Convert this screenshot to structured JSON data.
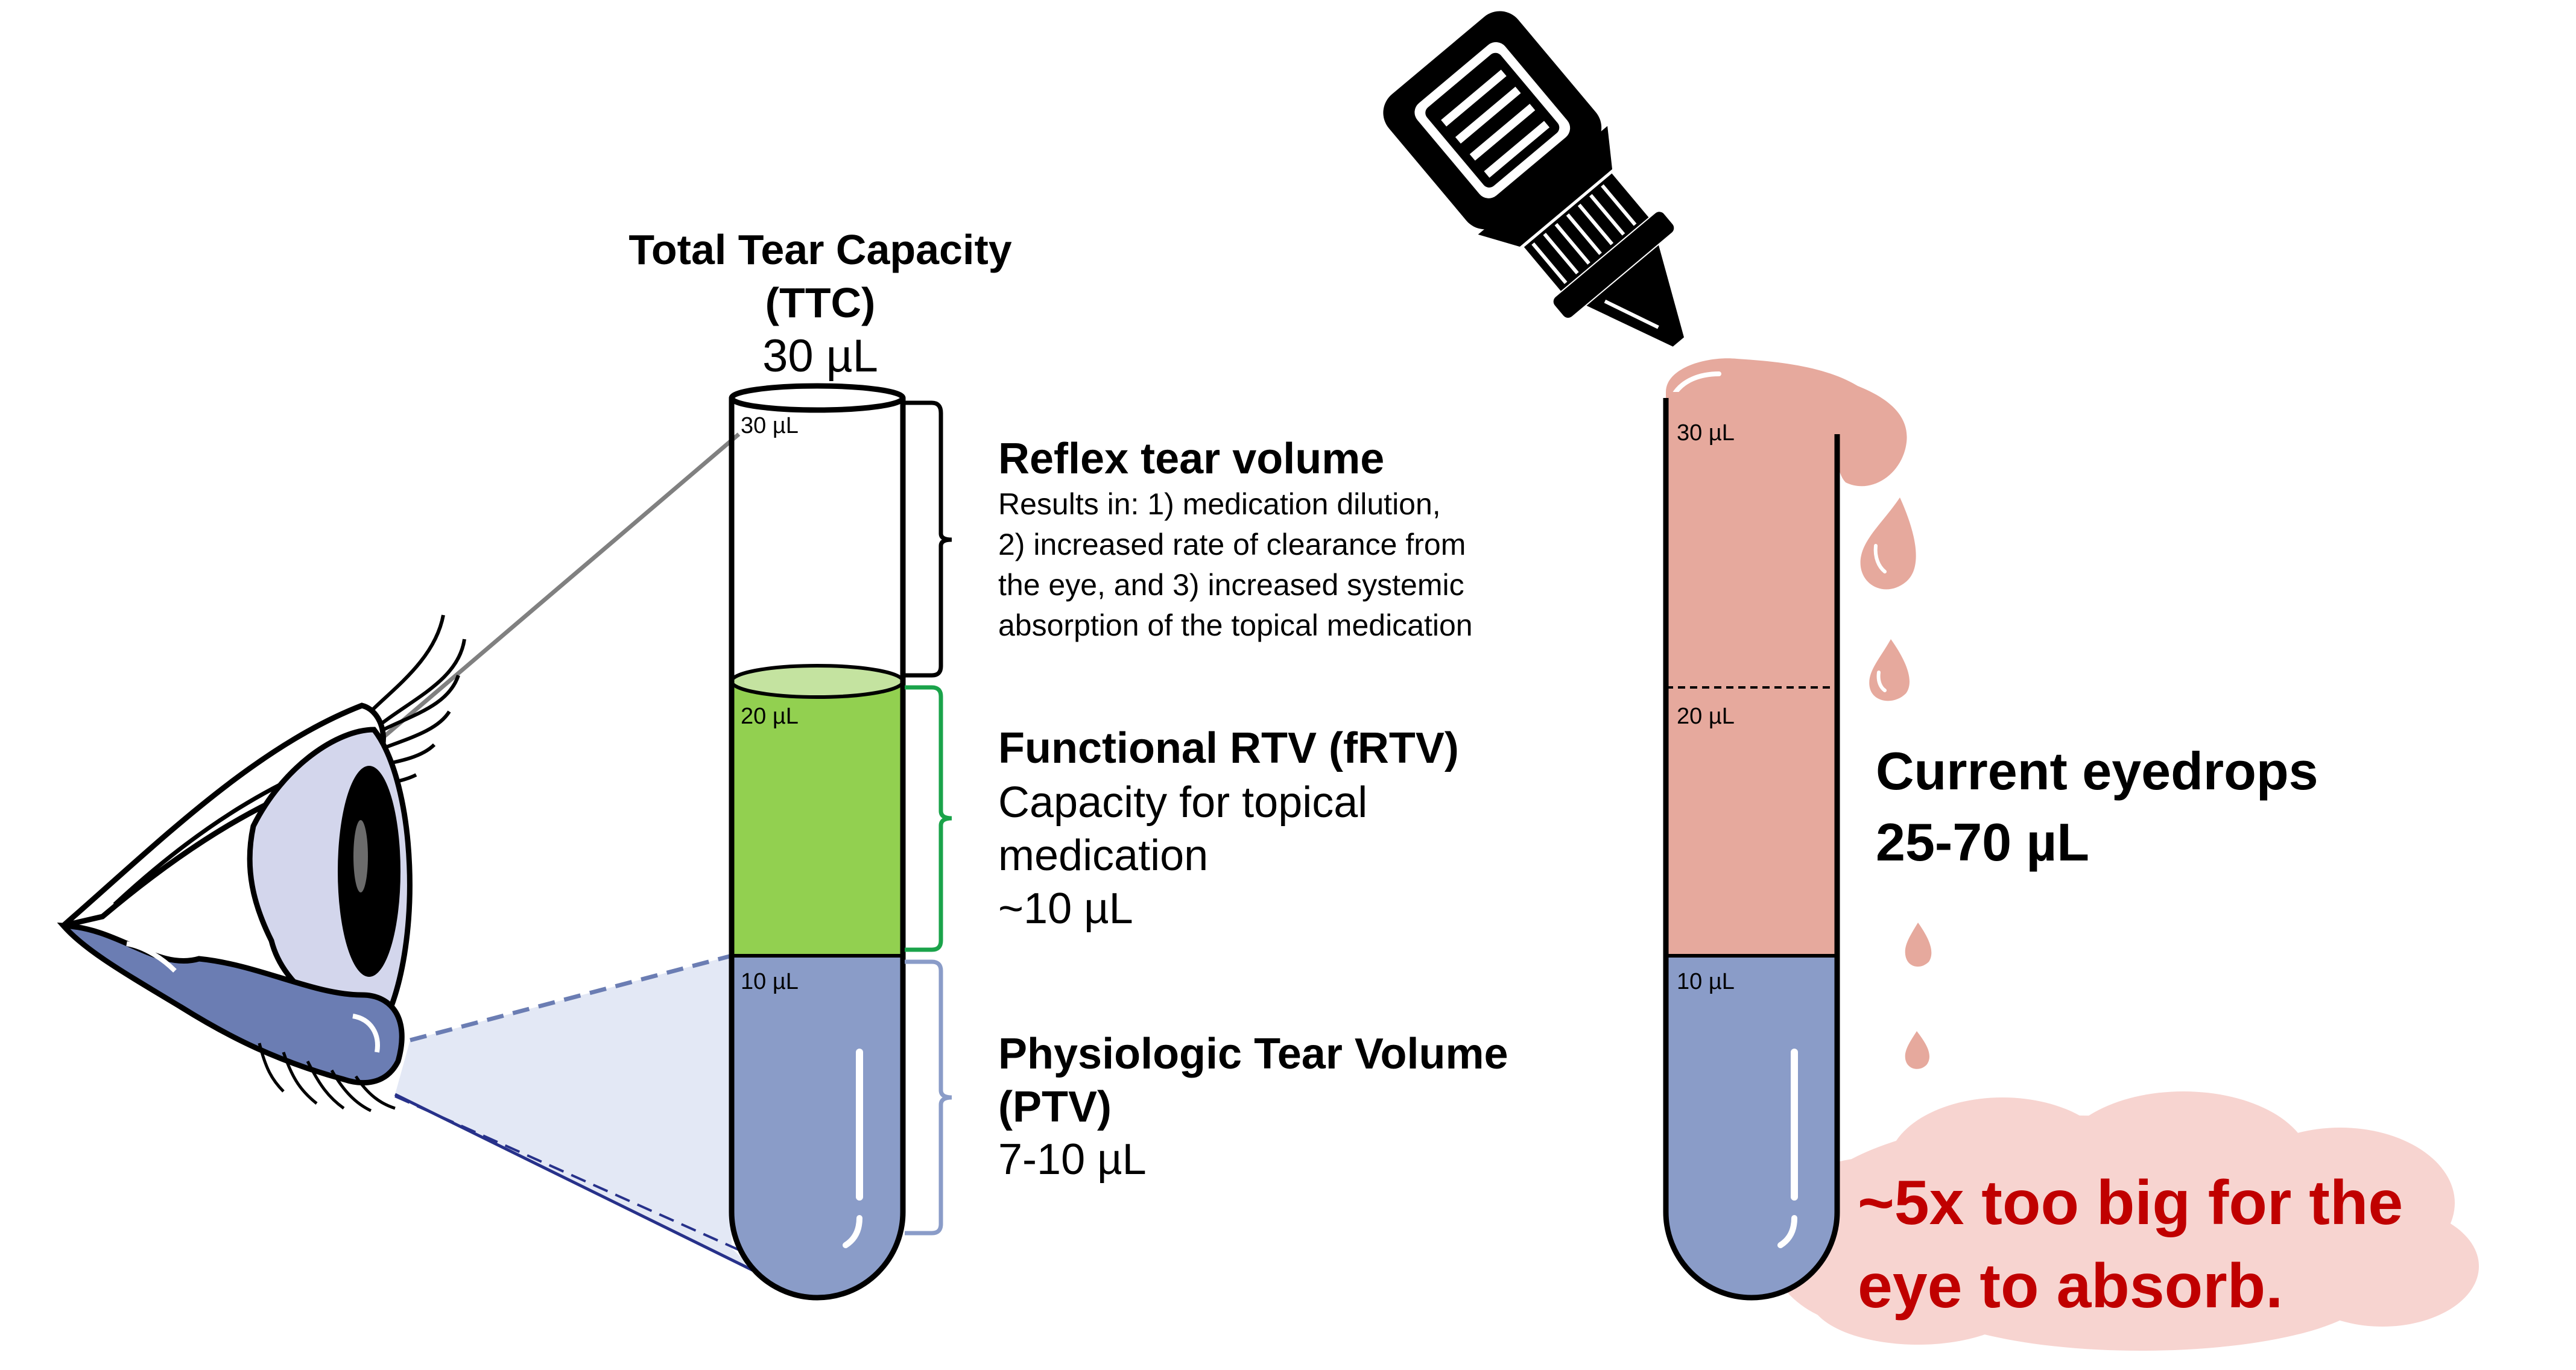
{
  "ttc": {
    "title_line1": "Total Tear Capacity",
    "title_line2": "(TTC)",
    "volume": "30 µL"
  },
  "tube_left": {
    "ticks": [
      "30 µL",
      "20 µL",
      "10 µL"
    ],
    "colors": {
      "ptv": "#8a9cc8",
      "frtv": "#92d050",
      "frtv_top": "#c4e3a0",
      "cone": "#e3e8f5",
      "cone_line": "#27318a"
    }
  },
  "reflex": {
    "title": "Reflex tear volume",
    "lines": [
      "Results in: 1) medication dilution,",
      "2) increased rate of clearance from",
      "the eye, and 3) increased systemic",
      "absorption of the topical medication"
    ],
    "bracket_color": "#000000"
  },
  "frtv": {
    "title": "Functional RTV (fRTV)",
    "lines": [
      "Capacity for topical",
      "medication",
      "~10 µL"
    ],
    "bracket_color": "#1aa34a"
  },
  "ptv": {
    "title_line1": "Physiologic Tear Volume",
    "title_line2": "(PTV)",
    "volume": "7-10 µL",
    "bracket_color": "#8a9cc8"
  },
  "tube_right": {
    "ticks": [
      "30 µL",
      "20 µL",
      "10 µL"
    ],
    "colors": {
      "drop_fluid": "#e6a99d",
      "ptv": "#8a9cc8",
      "cloud": "#f7d4d0"
    }
  },
  "eyedrops": {
    "line1": "Current eyedrops",
    "line2": "25-70 µL"
  },
  "warning": {
    "line1": "~5x too big for the",
    "line2": "eye to absorb."
  },
  "icons": [
    "eye-icon",
    "eyedrop-bottle-icon",
    "droplet-icon"
  ]
}
